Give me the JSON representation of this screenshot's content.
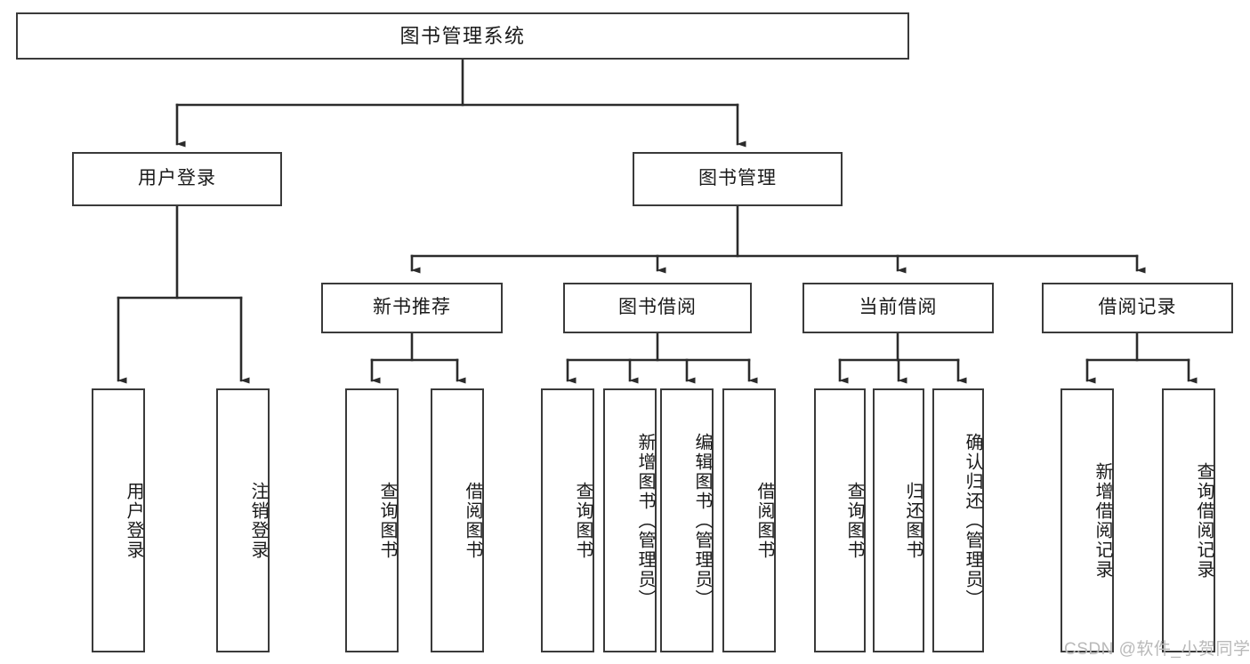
{
  "diagram": {
    "title": "图书管理系统",
    "type": "tree-hierarchy",
    "orientation": "top-down",
    "colors": {
      "box_border": "#3a3a3a",
      "box_fill": "#ffffff",
      "edge": "#2b2b2b",
      "text": "#1a1a1a",
      "watermark": "#b9b9b9"
    },
    "nodes": {
      "root": {
        "label": "图书管理系统"
      },
      "level2": [
        {
          "id": "user-login",
          "label": "用户登录"
        },
        {
          "id": "book-manage",
          "label": "图书管理"
        }
      ],
      "level3": [
        {
          "id": "new-book-recommend",
          "label": "新书推荐"
        },
        {
          "id": "book-borrow",
          "label": "图书借阅"
        },
        {
          "id": "current-borrow",
          "label": "当前借阅"
        },
        {
          "id": "borrow-record",
          "label": "借阅记录"
        }
      ],
      "leaves": {
        "user-login": [
          {
            "id": "leaf-user-login",
            "label": "用户登录"
          },
          {
            "id": "leaf-logout",
            "label": "注销登录"
          }
        ],
        "new-book-recommend": [
          {
            "id": "leaf-query-book-1",
            "label": "查询图书"
          },
          {
            "id": "leaf-borrow-book-1",
            "label": "借阅图书"
          }
        ],
        "book-borrow": [
          {
            "id": "leaf-query-book-2",
            "label": "查询图书"
          },
          {
            "id": "leaf-add-book",
            "label": "新增图书（管理员）"
          },
          {
            "id": "leaf-edit-book",
            "label": "编辑图书（管理员）"
          },
          {
            "id": "leaf-borrow-book-2",
            "label": "借阅图书"
          }
        ],
        "current-borrow": [
          {
            "id": "leaf-query-book-3",
            "label": "查询图书"
          },
          {
            "id": "leaf-return-book",
            "label": "归还图书"
          },
          {
            "id": "leaf-confirm-return",
            "label": "确认归还（管理员）"
          }
        ],
        "borrow-record": [
          {
            "id": "leaf-add-record",
            "label": "新增借阅记录"
          },
          {
            "id": "leaf-query-record",
            "label": "查询借阅记录"
          }
        ]
      }
    },
    "watermark": "CSDN @软件_小贺同学"
  }
}
